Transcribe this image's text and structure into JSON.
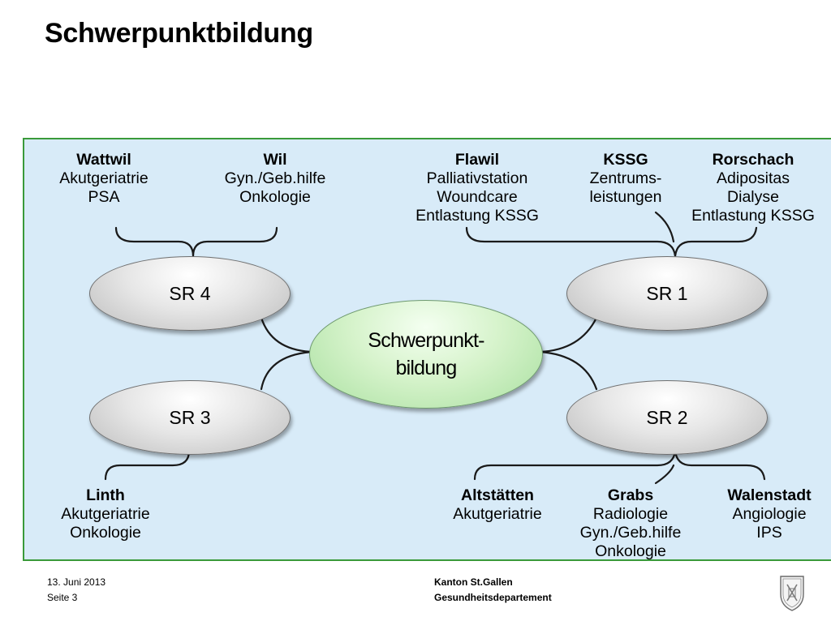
{
  "slide": {
    "title": "Schwerpunktbildung"
  },
  "regions": {
    "sr4": "SR 4",
    "sr1": "SR 1",
    "sr3": "SR 3",
    "sr2": "SR 2",
    "center": [
      "Schwerpunkt-",
      "bildung"
    ]
  },
  "locations": {
    "wattwil": {
      "name": "Wattwil",
      "lines": [
        "Akutgeriatrie",
        "PSA"
      ]
    },
    "wil": {
      "name": "Wil",
      "lines": [
        "Gyn./Geb.hilfe",
        "Onkologie"
      ]
    },
    "flawil": {
      "name": "Flawil",
      "lines": [
        "Palliativstation",
        "Woundcare",
        "Entlastung KSSG"
      ]
    },
    "kssg": {
      "name": "KSSG",
      "lines": [
        "Zentrums-",
        "leistungen"
      ]
    },
    "rorschach": {
      "name": "Rorschach",
      "lines": [
        "Adipositas",
        "Dialyse",
        "Entlastung KSSG"
      ]
    },
    "linth": {
      "name": "Linth",
      "lines": [
        "Akutgeriatrie",
        "Onkologie"
      ]
    },
    "altstaetten": {
      "name": "Altstätten",
      "lines": [
        "Akutgeriatrie"
      ]
    },
    "grabs": {
      "name": "Grabs",
      "lines": [
        "Radiologie",
        "Gyn./Geb.hilfe",
        "Onkologie"
      ]
    },
    "walenstadt": {
      "name": "Walenstadt",
      "lines": [
        "Angiologie",
        "IPS"
      ]
    }
  },
  "footer": {
    "date": "13. Juni 2013",
    "page": "Seite 3",
    "org": "Kanton St.Gallen",
    "department": "Gesundheitsdepartement"
  },
  "icons": {
    "crest": "st-gallen-crest-icon"
  },
  "colors": {
    "panel_bg": "#d8ebf8",
    "panel_border": "#3a9a3a",
    "center_fill": "#c4ecbb",
    "region_fill": "#dcdcdc"
  }
}
